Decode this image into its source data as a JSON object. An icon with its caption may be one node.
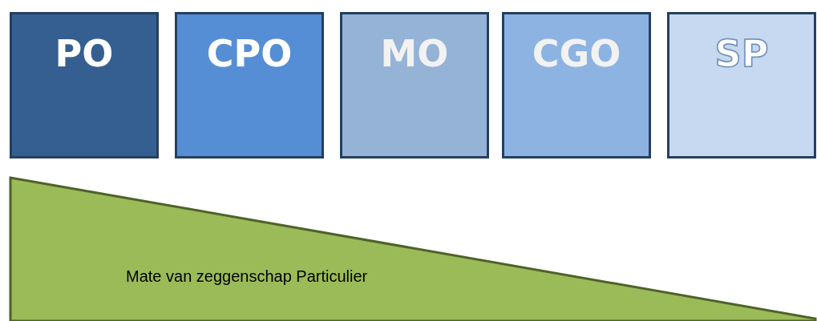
{
  "diagram": {
    "nodes": [
      {
        "text": [
          "PO"
        ]
      },
      {
        "text": [
          "CPO"
        ]
      },
      {
        "text": [
          "MO"
        ]
      },
      {
        "text": [
          "CGO"
        ]
      },
      {
        "text": [
          "SP"
        ]
      },
      {
        "text": [
          "Mate van zeggenschap Particulier"
        ]
      }
    ]
  }
}
